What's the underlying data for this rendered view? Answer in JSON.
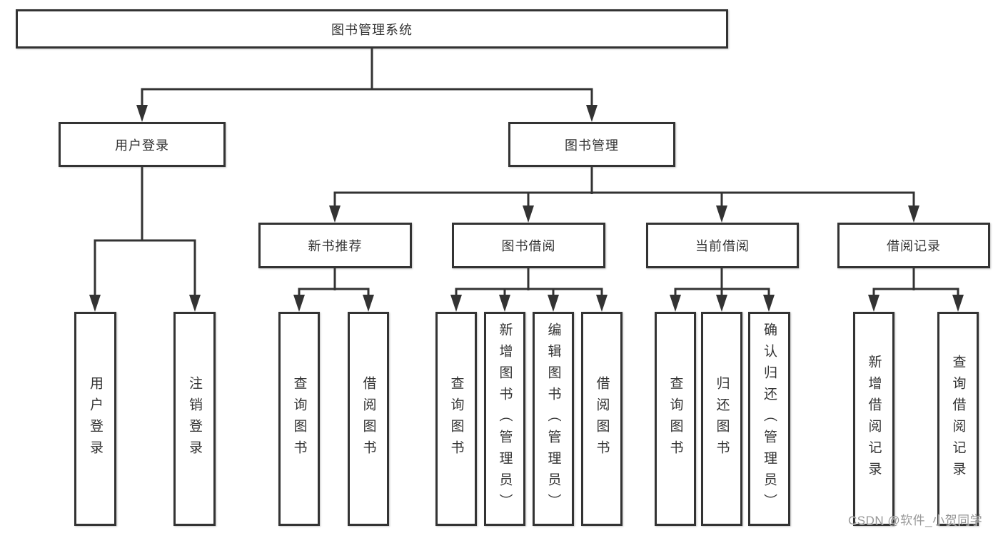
{
  "tree": {
    "root": {
      "label": "图书管理系统",
      "children": [
        {
          "label": "用户登录",
          "children": [
            {
              "label": "用户登录"
            },
            {
              "label": "注销登录"
            }
          ]
        },
        {
          "label": "图书管理",
          "children": [
            {
              "label": "新书推荐",
              "children": [
                {
                  "label": "查询图书"
                },
                {
                  "label": "借阅图书"
                }
              ]
            },
            {
              "label": "图书借阅",
              "children": [
                {
                  "label": "查询图书"
                },
                {
                  "label": "新增图书（管理员）"
                },
                {
                  "label": "编辑图书（管理员）"
                },
                {
                  "label": "借阅图书"
                }
              ]
            },
            {
              "label": "当前借阅",
              "children": [
                {
                  "label": "查询图书"
                },
                {
                  "label": "归还图书"
                },
                {
                  "label": "确认归还（管理员）"
                }
              ]
            },
            {
              "label": "借阅记录",
              "children": [
                {
                  "label": "新增借阅记录"
                },
                {
                  "label": "查询借阅记录"
                }
              ]
            }
          ]
        }
      ]
    }
  },
  "watermark": "CSDN @软件_小贺同学",
  "colors": {
    "line": "#333333",
    "text": "#333333",
    "box_background": "#ffffff",
    "page_background": "#ffffff",
    "watermark": "#979797"
  }
}
